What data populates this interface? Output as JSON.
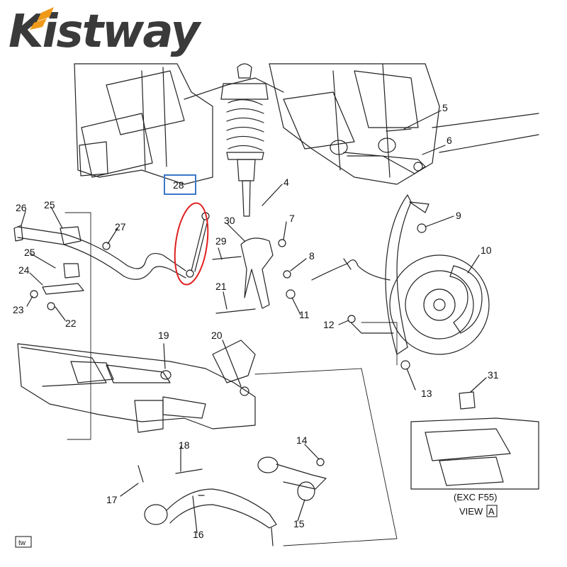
{
  "brand": {
    "name": "Kistway",
    "accent_color": "#f09a1a"
  },
  "callouts": {
    "c4": "4",
    "c5": "5",
    "c6": "6",
    "c7": "7",
    "c8": "8",
    "c9": "9",
    "c10": "10",
    "c11": "11",
    "c12": "12",
    "c13": "13",
    "c14": "14",
    "c15": "15",
    "c16": "16",
    "c17": "17",
    "c18": "18",
    "c19": "19",
    "c20": "20",
    "c21": "21",
    "c22": "22",
    "c23": "23",
    "c24": "24",
    "c25a": "25",
    "c25b": "25",
    "c26": "26",
    "c27": "27",
    "c28": "28",
    "c29": "29",
    "c30": "30",
    "c31": "31"
  },
  "highlight": {
    "part_number": "28",
    "box_color": "#3a78c8",
    "oval_color": "#e02020"
  },
  "view_label": {
    "qualifier": "(EXC F55)",
    "prefix": "VIEW",
    "letter": "A"
  },
  "corner_tag": "tw"
}
